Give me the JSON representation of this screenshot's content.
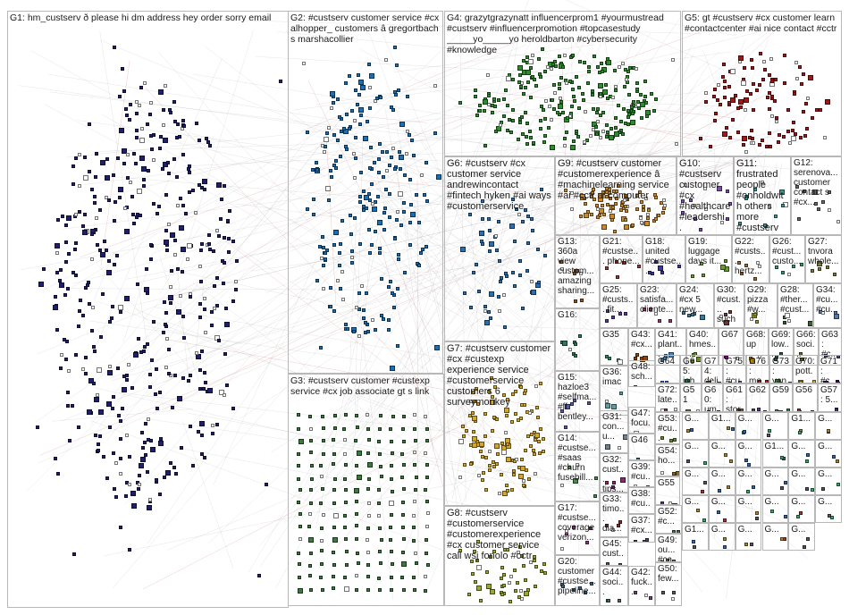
{
  "groups": [
    {
      "id": "G1",
      "label": "G1: hm_custserv ð please hi dm address hey order sorry email",
      "color": "#1f1f6e",
      "density": 420
    },
    {
      "id": "G2",
      "label": "G2: #custserv customer service #cx alhopper_ customers â gregortbach s marshacollier",
      "color": "#1a6fb5",
      "density": 230
    },
    {
      "id": "G4",
      "label": "G4: grazytgrazynatt influencerprom1 #yourmustread #custserv #influencerpromotion #topcasestudy _____yo_____yo heroldbarton #cybersecurity #knowledge",
      "color": "#2e8b2e",
      "density": 260
    },
    {
      "id": "G5",
      "label": "G5: gt #custserv #cx customer learn #contactcenter #ai nice contact #cctr",
      "color": "#a01818",
      "density": 110
    },
    {
      "id": "G6",
      "label": "G6: #custserv #cx customer service andrewincontact #fintech hyken #ai ways #customerservice",
      "color": "#2a6fae",
      "density": 60
    },
    {
      "id": "G9",
      "label": "G9: #custserv customer #customerexperience â #machinelearning service #ai #cctr ai computer",
      "color": "#c98a2e",
      "density": 90
    },
    {
      "id": "G10",
      "label": "G10: #custserv customer #cx #healthcare #leadershi...",
      "color": "#7a4fa8",
      "density": 14
    },
    {
      "id": "G11",
      "label": "G11: frustrated people #onholdwith others more #custserv",
      "color": "#3a9a9a",
      "density": 12
    },
    {
      "id": "G12",
      "label": "G12: serenova... customer contact s #cx...",
      "color": "#6a6a6a",
      "density": 10
    },
    {
      "id": "G3",
      "label": "G3: #custserv customer #custexp service #cx job associate gt s link",
      "color": "#3c7a3c",
      "density": 180
    },
    {
      "id": "G7",
      "label": "G7: #custserv customer #cx #custexp experience service #customerservice customers 6 surveymonkey",
      "color": "#d4a62a",
      "density": 120
    },
    {
      "id": "G8",
      "label": "G8: #custserv #customerservice #customerexperience #cx customer service call wsj fonolo #cctr",
      "color": "#9aa832",
      "density": 50
    },
    {
      "id": "G13",
      "label": "G13: 360a view custom... amazing sharing...",
      "color": "#8a5a2e",
      "density": 8
    },
    {
      "id": "G16",
      "label": "G16:",
      "color": "#2e7a5a",
      "density": 8
    },
    {
      "id": "G15",
      "label": "G15: hazloe3 #selfma... #ff bentley...",
      "color": "#5a5aa0",
      "density": 6
    },
    {
      "id": "G14",
      "label": "G14: #custse... #saas #churn fusebill...",
      "color": "#4a8a4a",
      "density": 6
    },
    {
      "id": "G17",
      "label": "G17: #custse... coverage verizon...",
      "color": "#8a3a7a",
      "density": 6
    },
    {
      "id": "G20",
      "label": "G20: customer #custse... pipeline...",
      "color": "#3a6a9a",
      "density": 6
    },
    {
      "id": "G21",
      "label": "G21: #custse... phone...",
      "color": "#9a3a3a",
      "density": 6
    },
    {
      "id": "G18",
      "label": "G18: united #custse...",
      "color": "#3a3a9a",
      "density": 6
    },
    {
      "id": "G19",
      "label": "G19: luggage days it...",
      "color": "#6a9a3a",
      "density": 6
    },
    {
      "id": "G22",
      "label": "G22: #custs... hertz...",
      "color": "#9a6a3a",
      "density": 6
    },
    {
      "id": "G26",
      "label": "G26: #cust... custo...",
      "color": "#3a9a6a",
      "density": 5
    },
    {
      "id": "G27",
      "label": "G27: tnvora whole...",
      "color": "#7a7a3a",
      "density": 5
    },
    {
      "id": "G25",
      "label": "G25: #custs... fit...",
      "color": "#5a3a9a",
      "density": 5
    },
    {
      "id": "G23",
      "label": "G23: satisfa... cliente...",
      "color": "#9a3a6a",
      "density": 5
    },
    {
      "id": "G24",
      "label": "G24: #cx 5 new...",
      "color": "#3a7a9a",
      "density": 5
    },
    {
      "id": "G30",
      "label": "G30: #cust... such",
      "color": "#6a3a3a",
      "density": 5
    },
    {
      "id": "G29",
      "label": "G29: pizza #w...",
      "color": "#9a9a3a",
      "density": 5
    },
    {
      "id": "G28",
      "label": "G28: #ther... #cust...",
      "color": "#3a5a3a",
      "density": 5
    },
    {
      "id": "G34",
      "label": "G34: #cu... #cu...",
      "color": "#5a7aaa",
      "density": 4
    },
    {
      "id": "G35",
      "label": "G35",
      "color": "#2e8b57",
      "density": 4
    },
    {
      "id": "G43",
      "label": "G43: #cx...",
      "color": "#8b4513",
      "density": 4
    },
    {
      "id": "G41",
      "label": "G41: plant...",
      "color": "#4682b4",
      "density": 4
    },
    {
      "id": "G40",
      "label": "G40: hmes...",
      "color": "#6b8e23",
      "density": 4
    },
    {
      "id": "G67",
      "label": "G67",
      "color": "#8b008b",
      "density": 3
    },
    {
      "id": "G68",
      "label": "G68: up",
      "color": "#b8860b",
      "density": 3
    },
    {
      "id": "G69",
      "label": "G69: low...",
      "color": "#2f4f4f",
      "density": 3
    },
    {
      "id": "G66",
      "label": "G66: soci...",
      "color": "#556b2f",
      "density": 3
    },
    {
      "id": "G63",
      "label": "G63: #c...",
      "color": "#483d8b",
      "density": 3
    },
    {
      "id": "G36",
      "label": "G36: imac",
      "color": "#5f9ea0",
      "density": 4
    },
    {
      "id": "G48",
      "label": "G48: sch...",
      "color": "#a0522d",
      "density": 3
    },
    {
      "id": "G64",
      "label": "G64",
      "color": "#4169e1",
      "density": 3
    },
    {
      "id": "G65",
      "label": "G65: joh...",
      "color": "#2e8b57",
      "density": 3
    },
    {
      "id": "G74",
      "label": "G74: deli...",
      "color": "#8b4513",
      "density": 3
    },
    {
      "id": "G75",
      "label": "G75: #cu...",
      "color": "#6a5acd",
      "density": 3
    },
    {
      "id": "G76",
      "label": "G76: me...",
      "color": "#b22222",
      "density": 3
    },
    {
      "id": "G73",
      "label": "G73: yan...",
      "color": "#228b22",
      "density": 3
    },
    {
      "id": "G70",
      "label": "G70: pott...",
      "color": "#daa520",
      "density": 3
    },
    {
      "id": "G71",
      "label": "G71: #c...",
      "color": "#4b0082",
      "density": 3
    },
    {
      "id": "G31",
      "label": "G31: con... u...",
      "color": "#708090",
      "density": 4
    },
    {
      "id": "G47",
      "label": "G47: focu...",
      "color": "#3c7a9a",
      "density": 3
    },
    {
      "id": "G72",
      "label": "G72: late...",
      "color": "#7a3c5a",
      "density": 3
    },
    {
      "id": "G51",
      "label": "G51",
      "color": "#5a7a3c",
      "density": 3
    },
    {
      "id": "G60",
      "label": "G60: um...",
      "color": "#3c5a7a",
      "density": 3
    },
    {
      "id": "G61",
      "label": "G61: stor...",
      "color": "#7a5a3c",
      "density": 3
    },
    {
      "id": "G62",
      "label": "G62",
      "color": "#5a3c7a",
      "density": 3
    },
    {
      "id": "G59",
      "label": "G59",
      "color": "#3c7a5a",
      "density": 3
    },
    {
      "id": "G56",
      "label": "G56",
      "color": "#7a3c3c",
      "density": 3
    },
    {
      "id": "G57",
      "label": "G57: 5...",
      "color": "#3c3c7a",
      "density": 3
    },
    {
      "id": "G53",
      "label": "G53: #cu...",
      "color": "#6a8a2a",
      "density": 3
    },
    {
      "id": "G32",
      "label": "G32: cust... tips...",
      "color": "#8a2a6a",
      "density": 4
    },
    {
      "id": "G46",
      "label": "G46",
      "color": "#2a6a8a",
      "density": 3
    },
    {
      "id": "G54",
      "label": "G54: ho...",
      "color": "#8a6a2a",
      "density": 3
    },
    {
      "id": "G39",
      "label": "G39: #cu...",
      "color": "#2a8a6a",
      "density": 3
    },
    {
      "id": "G55",
      "label": "G55",
      "color": "#6a2a8a",
      "density": 3
    },
    {
      "id": "G33",
      "label": "G33: timo... dia...",
      "color": "#8a2a2a",
      "density": 4
    },
    {
      "id": "G38",
      "label": "G38: #cu...",
      "color": "#2a2a8a",
      "density": 3
    },
    {
      "id": "G52",
      "label": "G52: #c...",
      "color": "#4a6a4a",
      "density": 3
    },
    {
      "id": "G45",
      "label": "G45: cust...",
      "color": "#6a4a4a",
      "density": 3
    },
    {
      "id": "G37",
      "label": "G37: #cx...",
      "color": "#4a4a6a",
      "density": 3
    },
    {
      "id": "G49",
      "label": "G49: ou... #ca...",
      "color": "#6a6a4a",
      "density": 3
    },
    {
      "id": "G44",
      "label": "G44: soci...",
      "color": "#4a6a6a",
      "density": 3
    },
    {
      "id": "G42",
      "label": "G42: fuck...",
      "color": "#6a4a6a",
      "density": 3
    },
    {
      "id": "G50",
      "label": "G50: few...",
      "color": "#5a5a5a",
      "density": 3
    }
  ],
  "tiny_labels": [
    "G...",
    "G1...",
    "G...",
    "G...",
    "G1...",
    "G...",
    "G...",
    "G...",
    "G...",
    "G1...",
    "G...",
    "G...",
    "G...",
    "G...",
    "G...",
    "G...",
    "G...",
    "G...",
    "G...",
    "G...",
    "G...",
    "G...",
    "G...",
    "G...",
    "G1...",
    "G...",
    "G...",
    "G...",
    "G..."
  ]
}
